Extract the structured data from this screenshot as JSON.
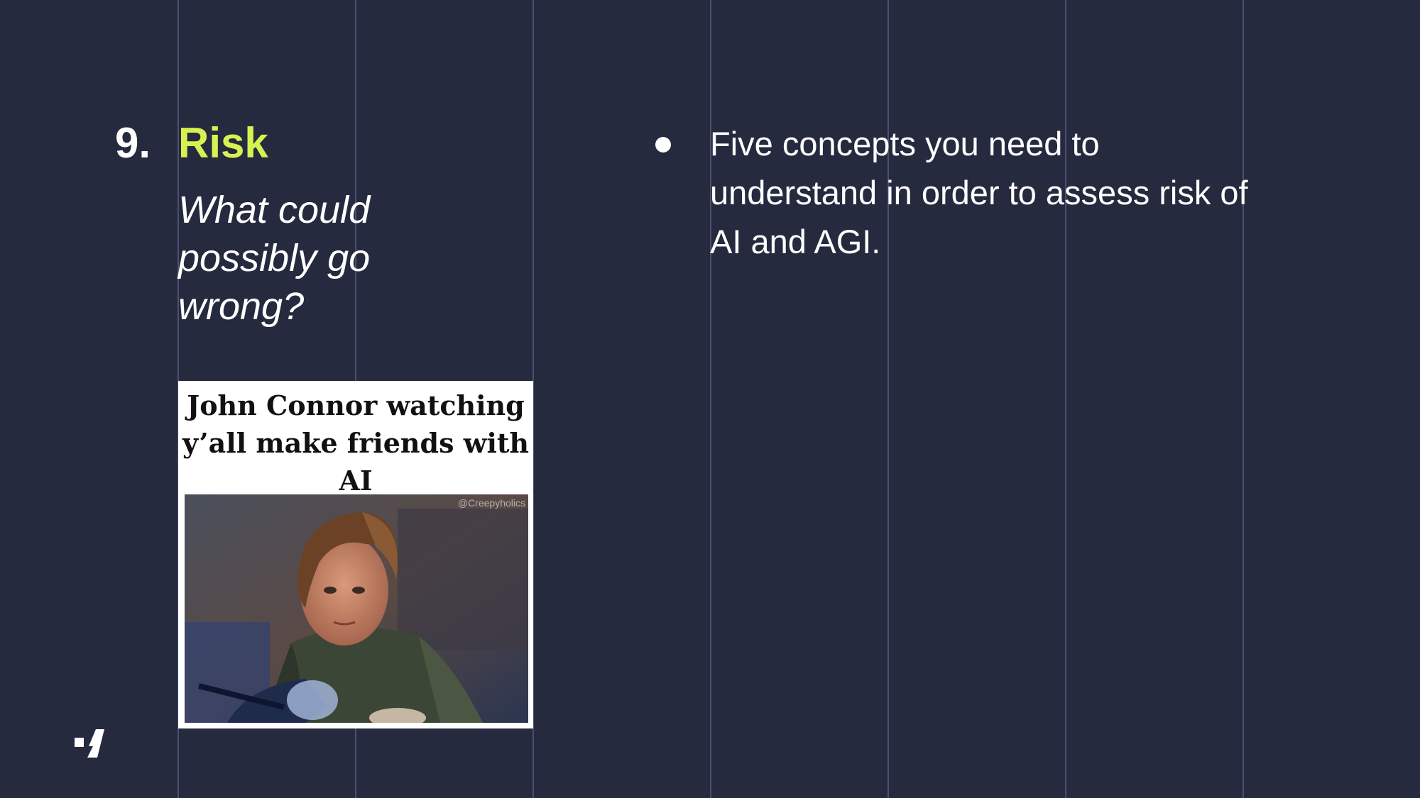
{
  "slide": {
    "number": "9.",
    "title": "Risk",
    "subtitle": "What could possibly go wrong?",
    "meme": {
      "caption": "John Connor watching y’all make friends with AI",
      "watermark": "@Creepyholics"
    },
    "bullets": [
      "Five concepts you need to understand in order to assess risk of AI and AGI."
    ]
  },
  "colors": {
    "background": "#262a3f",
    "accent": "#d7f250",
    "text": "#ffffff",
    "gridline": "#4b4f70"
  },
  "icons": {
    "logo": "brand-logo-icon",
    "bullet": "bullet-dot-icon"
  }
}
